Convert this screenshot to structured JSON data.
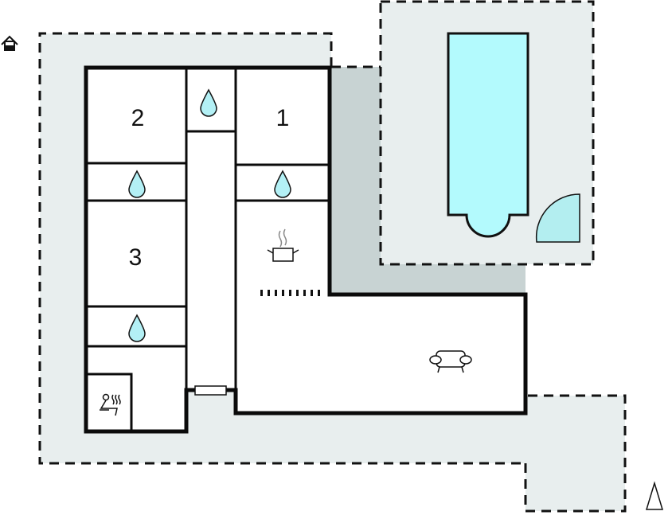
{
  "title": "Floor plan",
  "rooms": [
    {
      "label": "2",
      "type": "bedroom"
    },
    {
      "label": "1",
      "type": "bedroom"
    },
    {
      "label": "3",
      "type": "bedroom"
    }
  ],
  "icons": [
    "house-icon",
    "water-drop-icon",
    "cooking-pot-icon",
    "armchair-icon",
    "sauna-icon",
    "door-swing-icon",
    "north-arrow-icon",
    "pool-icon"
  ],
  "colors": {
    "terrace": "#e8eeee",
    "covered": "#c8d3d3",
    "pool": "#b3fafd",
    "water_drop": "#b3f0f5",
    "wall": "#0b0b0b"
  }
}
